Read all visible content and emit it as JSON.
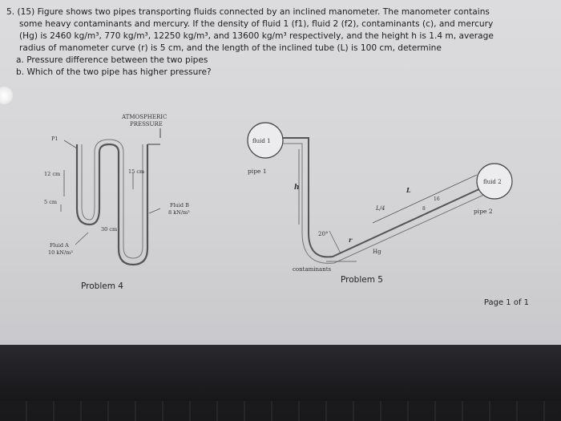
{
  "question": {
    "line1": "5.  (15) Figure shows two pipes transporting fluids connected by an inclined manometer. The manometer contains",
    "line2": "some heavy contaminants and mercury. If the density of fluid 1 (f1), fluid 2 (f2), contaminants (c), and mercury",
    "line3": "(Hg) is 2460 kg/m³, 770 kg/m³, 12250 kg/m³, and 13600 kg/m³ respectively, and the height h is 1.4 m, average",
    "line4": "radius of manometer curve (r) is 5 cm, and the length of the inclined tube (L) is 100 cm, determine",
    "part_a": "a.  Pressure difference between the two pipes",
    "part_b": "b.  Which of the two pipe has higher pressure?"
  },
  "problem4": {
    "caption": "Problem 4",
    "atm1": "ATMOSPHERIC",
    "atm2": "PRESSURE",
    "p1": "P1",
    "dim_12cm": "12 cm",
    "dim_15cm": "15 cm",
    "dim_5cm": "5 cm",
    "dim_30cm": "30 cm",
    "fluid_b1": "Fluid B",
    "fluid_b2": "8 kN/m³",
    "fluid_a1": "Fluid A",
    "fluid_a2": "10 kN/m³"
  },
  "problem5": {
    "caption": "Problem 5",
    "fluid1": "fluid 1",
    "pipe1": "pipe 1",
    "fluid2": "fluid 2",
    "pipe2": "pipe 2",
    "h": "h",
    "L": "L",
    "L4": "L/4",
    "angle": "20°",
    "r": "r",
    "hg": "Hg",
    "contaminants": "contaminants",
    "quarter_a": "16",
    "quarter_b": "8"
  },
  "footer": {
    "page": "Page 1 of 1"
  }
}
